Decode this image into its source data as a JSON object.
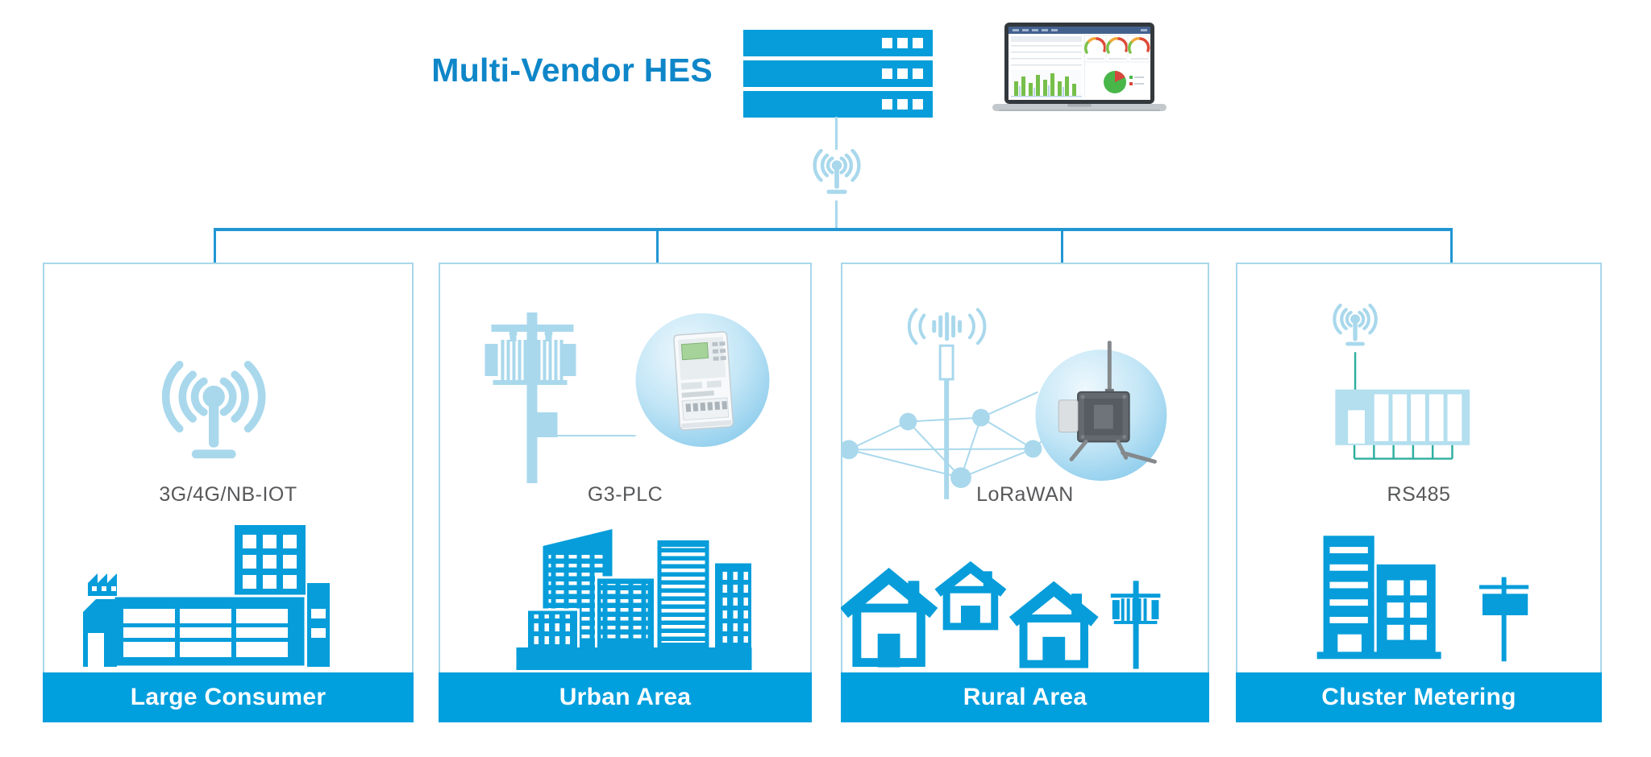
{
  "header": {
    "title": "Multi-Vendor HES",
    "icons": [
      "server-rack-icon",
      "laptop-dashboard-icon",
      "radio-antenna-icon"
    ]
  },
  "colors": {
    "accent": "#069dda",
    "banner": "#009fde",
    "title_blue": "#0e86c8",
    "light_blue": "#a9d8ec",
    "bus_blue": "#2196d3",
    "panel_border": "#a8d7ea",
    "label_gray": "#57585a",
    "teal": "#2fae9f"
  },
  "panels": [
    {
      "connectivity": "3G/4G/NB-IOT",
      "banner": "Large Consumer",
      "icons": [
        "radio-antenna-icon",
        "factory-buildings-icon"
      ]
    },
    {
      "connectivity": "G3-PLC",
      "banner": "Urban Area",
      "icons": [
        "utility-pole-transformer-icon",
        "data-concentrator-photo",
        "city-skyline-icon"
      ]
    },
    {
      "connectivity": "LoRaWAN",
      "banner": "Rural Area",
      "icons": [
        "cell-mast-icon",
        "mesh-network-icon",
        "lorawan-gateway-photo",
        "village-houses-icon",
        "utility-pole-icon"
      ]
    },
    {
      "connectivity": "RS485",
      "banner": "Cluster Metering",
      "icons": [
        "radio-antenna-icon",
        "meter-bank-icon",
        "apartment-building-icon",
        "signpost-icon"
      ]
    }
  ]
}
